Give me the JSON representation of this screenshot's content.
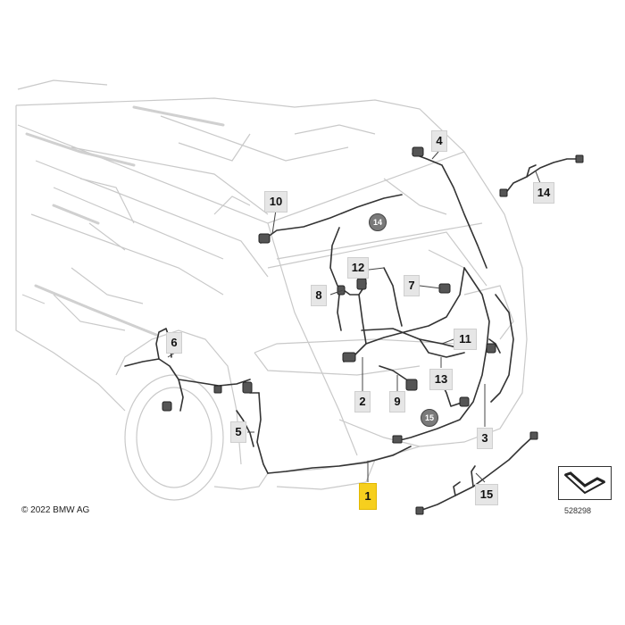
{
  "callouts": {
    "c1": "1",
    "c2": "2",
    "c3": "3",
    "c4": "4",
    "c5": "5",
    "c6": "6",
    "c7": "7",
    "c8": "8",
    "c9": "9",
    "c10": "10",
    "c11": "11",
    "c12": "12",
    "c13": "13",
    "c14": "14",
    "c15": "15"
  },
  "circled_refs": {
    "r14": "14",
    "r15": "15"
  },
  "highlight_color": "#f6cf1e",
  "harness_color": "#333333",
  "body_line_color": "#c8c8c8",
  "copyright": "© 2022 BMW AG",
  "doc_number": "528298",
  "nav_icon": "view-direction-icon"
}
